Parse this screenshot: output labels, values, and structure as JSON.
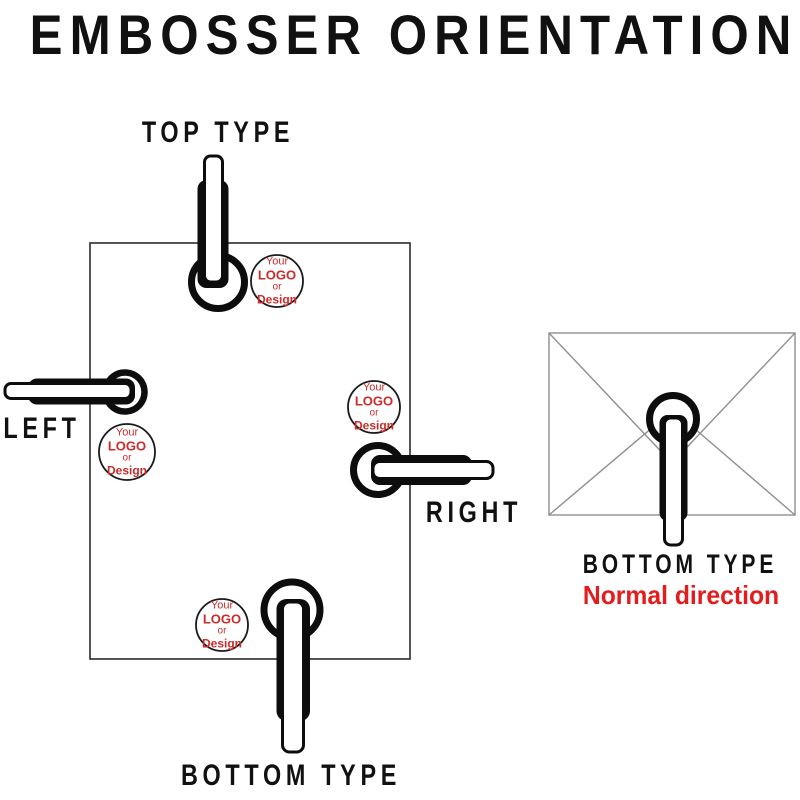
{
  "title": "EMBOSSER ORIENTATION",
  "labels": {
    "top_type": "TOP TYPE",
    "left": "LEFT",
    "right": "RIGHT",
    "bottom_type": "BOTTOM TYPE",
    "envelope_type": "BOTTOM TYPE",
    "envelope_direction": "Normal direction"
  },
  "stamp": {
    "lines": [
      "Your",
      "LOGO",
      "or",
      "Design"
    ]
  },
  "colors": {
    "ink": "#111111",
    "stamp_text_red": "#cb2b2b",
    "direction_red": "#e31d1d",
    "envelope_outline": "#8f8f8f"
  }
}
